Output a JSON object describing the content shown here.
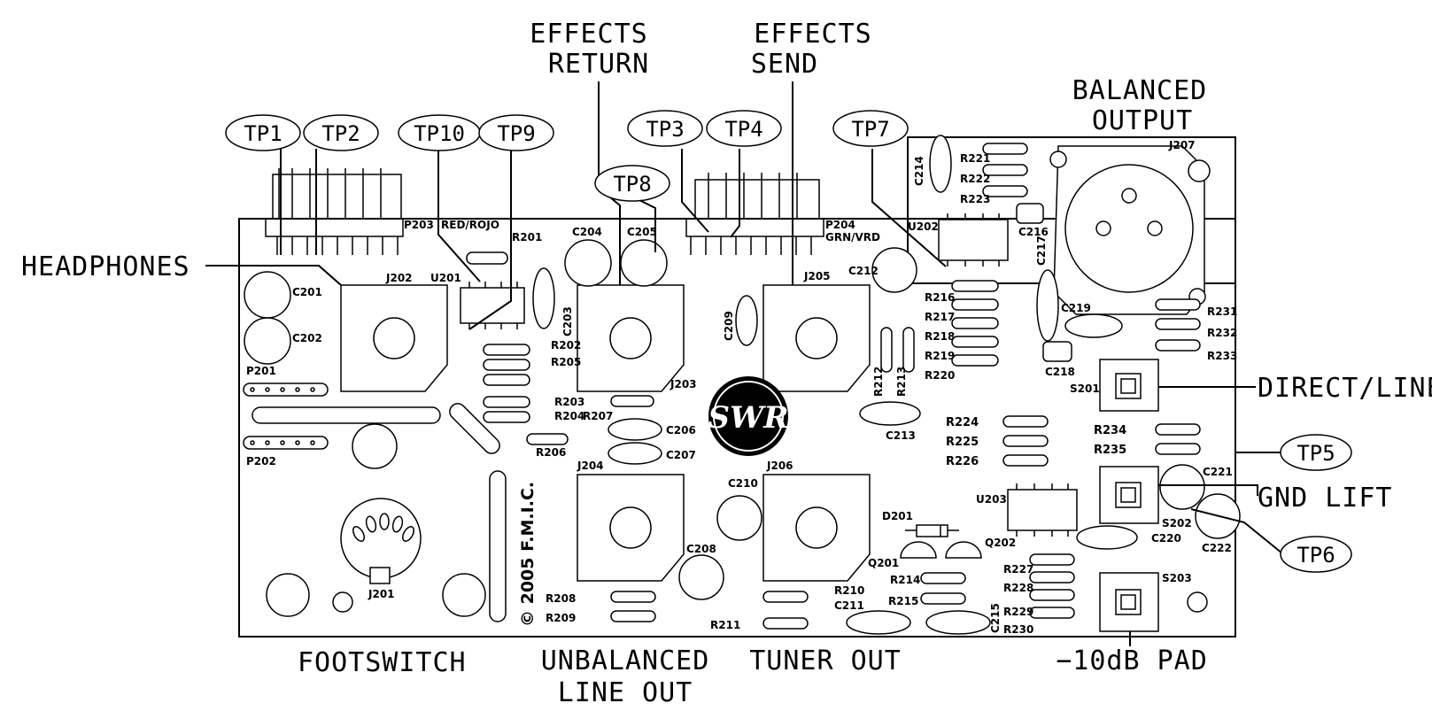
{
  "callouts": {
    "effects_return_l1": "EFFECTS",
    "effects_return_l2": "RETURN",
    "effects_send_l1": "EFFECTS",
    "effects_send_l2": "SEND",
    "balanced_output_l1": "BALANCED",
    "balanced_output_l2": "OUTPUT",
    "headphones": "HEADPHONES",
    "direct_line": "DIRECT/LINE",
    "gnd_lift": "GND LIFT",
    "footswitch": "FOOTSWITCH",
    "unbalanced_l1": "UNBALANCED",
    "unbalanced_l2": "LINE OUT",
    "tuner_out": "TUNER OUT",
    "pad": "−10dB PAD"
  },
  "test_points": {
    "tp1": "TP1",
    "tp2": "TP2",
    "tp10": "TP10",
    "tp9": "TP9",
    "tp3": "TP3",
    "tp4": "TP4",
    "tp7": "TP7",
    "tp8": "TP8",
    "tp5": "TP5",
    "tp6": "TP6"
  },
  "refs": {
    "p203": "P203",
    "red_rojo": "RED/ROJO",
    "p204": "P204",
    "grn_vrd": "GRN/VRD",
    "r201": "R201",
    "u201": "U201",
    "j202": "J202",
    "c201": "C201",
    "c202": "C202",
    "p201": "P201",
    "p202": "P202",
    "c203": "C203",
    "c204": "C204",
    "c205": "C205",
    "r202": "R202",
    "r205": "R205",
    "r203": "R203",
    "r204": "R204",
    "r207": "R207",
    "r206": "R206",
    "j203": "J203",
    "c206": "C206",
    "c207": "C207",
    "j204": "J204",
    "c208": "C208",
    "c209": "C209",
    "c210": "C210",
    "j205": "J205",
    "j206": "J206",
    "c212": "C212",
    "c213": "C213",
    "r212": "R212",
    "r213": "R213",
    "c214": "C214",
    "r221": "R221",
    "r222": "R222",
    "r223": "R223",
    "u202": "U202",
    "c216": "C216",
    "c217": "C217",
    "j207": "J207",
    "r216": "R216",
    "r217": "R217",
    "r218": "R218",
    "r219": "R219",
    "r220": "R220",
    "c219": "C219",
    "c218": "C218",
    "r231": "R231",
    "r232": "R232",
    "r233": "R233",
    "s201": "S201",
    "r224": "R224",
    "r225": "R225",
    "r226": "R226",
    "r234": "R234",
    "r235": "R235",
    "u203": "U203",
    "c221": "C221",
    "s202": "S202",
    "c220": "C220",
    "c222": "C222",
    "d201": "D201",
    "q201": "Q201",
    "q202": "Q202",
    "r214": "R214",
    "r215": "R215",
    "r210": "R210",
    "c211": "C211",
    "c215": "C215",
    "r227": "R227",
    "r228": "R228",
    "r229": "R229",
    "r230": "R230",
    "s203": "S203",
    "r208": "R208",
    "r209": "R209",
    "r211": "R211",
    "j201": "J201"
  },
  "copyright": "© 2005 F.M.I.C.",
  "logo_text": "SWR"
}
